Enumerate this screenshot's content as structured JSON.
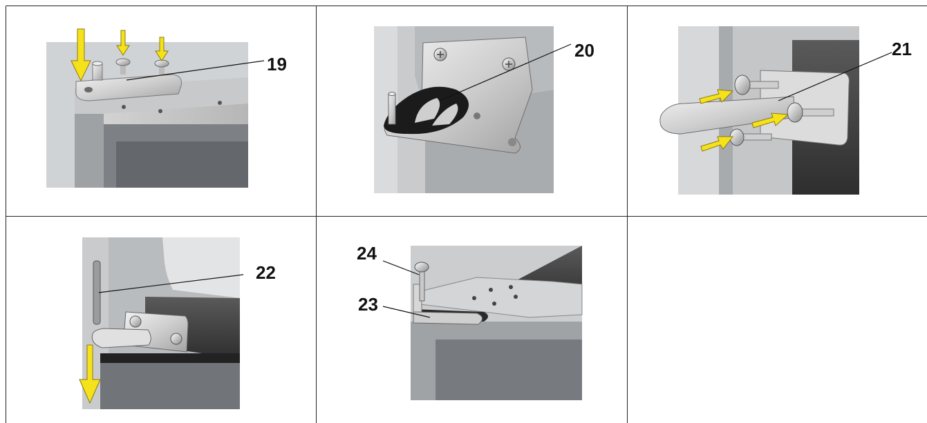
{
  "panels": [
    {
      "callout": "19"
    },
    {
      "callout": "20"
    },
    {
      "callout": "21"
    },
    {
      "callout": "22"
    },
    {
      "callout": "23",
      "callout_secondary": "24"
    },
    {
      "callout": ""
    }
  ],
  "colors": {
    "arrow_yellow": "#f5e21b",
    "arrow_outline": "#8a7a10",
    "frame_line": "#222222",
    "metal_light": "#e2e2e2",
    "metal_mid": "#bdbdbd",
    "metal_dark": "#6a6a6a",
    "gasket_black": "#1b1b1b"
  },
  "icons": [
    "arrow-down-icon",
    "arrow-right-icon",
    "screw-icon",
    "hinge-pin-icon",
    "hinge-bracket-icon",
    "gasket-washer-icon"
  ]
}
